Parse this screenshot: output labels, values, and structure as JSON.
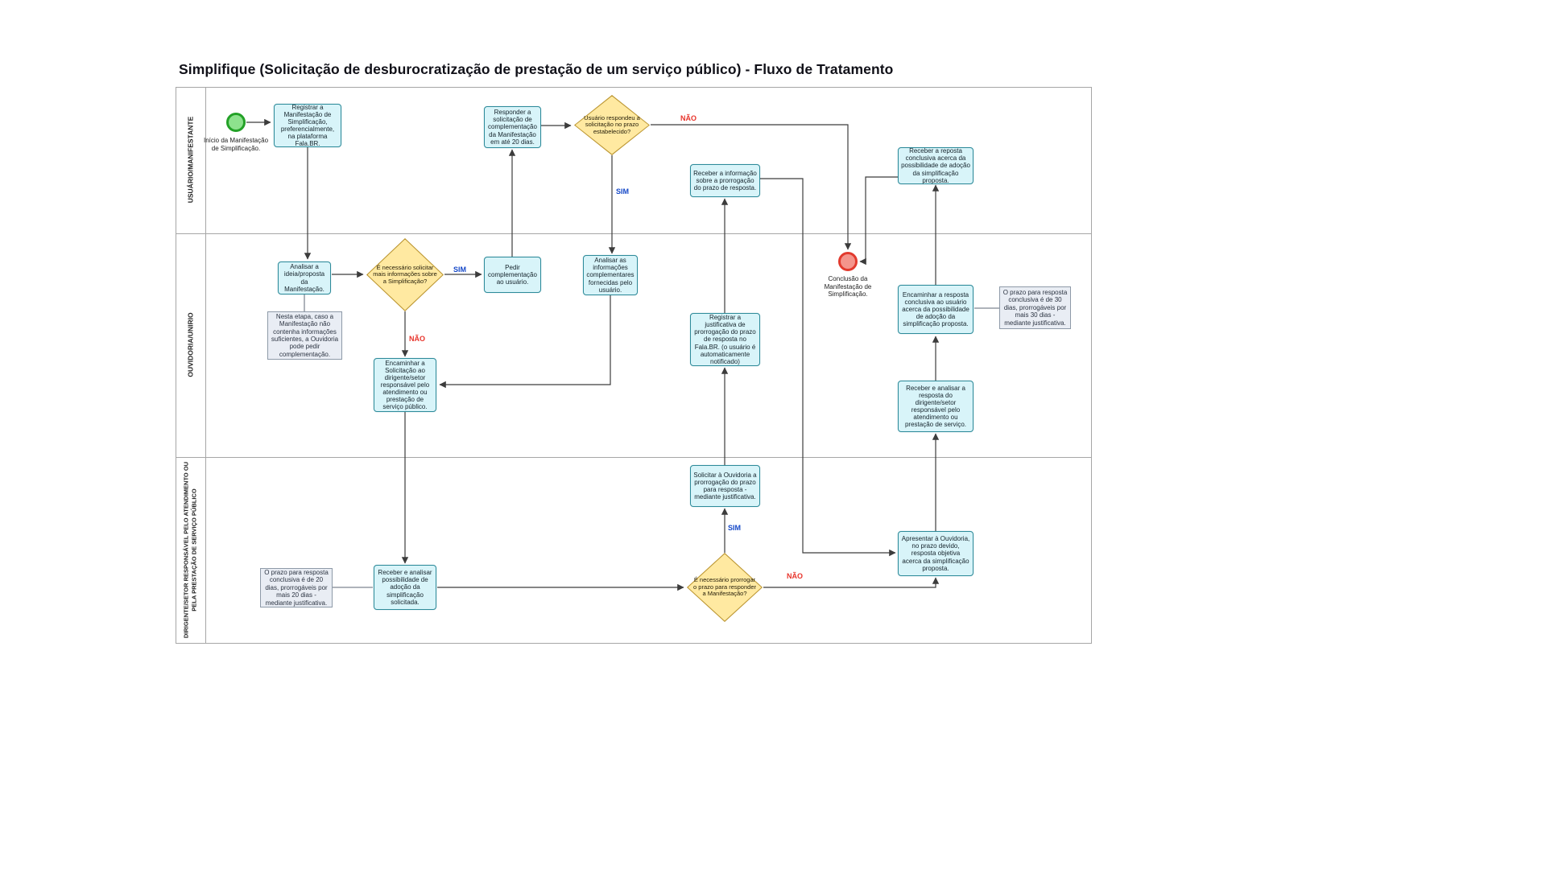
{
  "title": "Simplifique (Solicitação de desburocratização de prestação de um serviço público) - Fluxo de Tratamento",
  "lanes": [
    {
      "label": "USUÁRIO/MANIFESTANTE"
    },
    {
      "label": "OUVIDORIA/UNIRIO"
    },
    {
      "label": "DIRIGENTE/SETOR RESPONSÁVEL PELO ATENDIMENTO OU PELA PRESTAÇÃO DE SERVIÇO PÚBLICO"
    }
  ],
  "nodes": {
    "start_label": "Início da Manifestação de Simplificação.",
    "registrar_manifestacao": "Registrar a Manifestação de Simplificação, preferencialmente, na plataforma Fala.BR.",
    "responder_solicitacao": "Responder a solicitação de complementação da Manifestação em até 20 dias.",
    "gw_usuario_respondeu": "Usuário respondeu a solicitação no prazo estabelecido?",
    "receber_informacao_prorrogacao": "Receber a informação sobre a prorrogação do prazo de resposta.",
    "receber_reposta_conclusiva": "Receber a reposta conclusiva acerca da possibilidade de adoção da simplificação proposta.",
    "analisar_ideia": "Analisar a ideia/proposta da Manifestação.",
    "gw_necessario_solicitar": "É necessário solicitar mais informações sobre a Simplificação?",
    "pedir_complementacao": "Pedir complementação ao usuário.",
    "analisar_informacoes": "Analisar as informações complementares fornecidas pelo usuário.",
    "nota_etapa": "Nesta etapa, caso a Manifestação não contenha informações suficientes, a Ouvidoria pode pedir complementação.",
    "encaminhar_solicitacao": "Encaminhar a Solicitação ao dirigente/setor responsável pelo atendimento ou prestação de serviço público.",
    "registrar_justificativa": "Registrar a justificativa de prorrogação do prazo de resposta no Fala.BR. (o usuário é automaticamente notificado)",
    "end_label": "Conclusão da Manifestação de Simplificação.",
    "encaminhar_resposta": "Encaminhar a resposta conclusiva ao usuário acerca da possibilidade de adoção da simplificação proposta.",
    "nota_prazo_30": "O prazo para resposta conclusiva é de 30 dias, prorrogáveis por mais 30 dias - mediante justificativa.",
    "receber_analisar_resposta": "Receber e analisar a resposta do dirigente/setor responsável pelo atendimento ou prestação de serviço.",
    "solicitar_prorrogacao": "Solicitar à Ouvidoria a prorrogação do prazo para resposta - mediante justificativa.",
    "gw_necessario_prorrogar": "É necessário prorrogar o prazo para responder a Manifestação?",
    "apresentar_ouvidoria": "Apresentar à Ouvidoria, no prazo devido, resposta objetiva acerca da simplificação proposta.",
    "receber_analisar_possibilidade": "Receber e analisar possibilidade de adoção da simplificação solicitada.",
    "nota_prazo_20": "O prazo para resposta conclusiva é de 20 dias, prorrogáveis por mais 20 dias - mediante justificativa."
  },
  "edge_labels": {
    "sim": "SIM",
    "nao": "NÃO"
  },
  "colors": {
    "task_fill": "#d8f4f9",
    "task_border": "#2e8b9a",
    "gateway_fill": "#ffe9a1",
    "gateway_border": "#bb9530",
    "note_fill": "#e9edf4",
    "note_border": "#8e9aa8",
    "start_fill": "#8de28d",
    "start_border": "#23a127",
    "end_fill": "#f4958c",
    "end_border": "#e23a2e",
    "sim_label": "#1548c8",
    "nao_label": "#e8332a",
    "edge_stroke": "#3c3c3c"
  }
}
